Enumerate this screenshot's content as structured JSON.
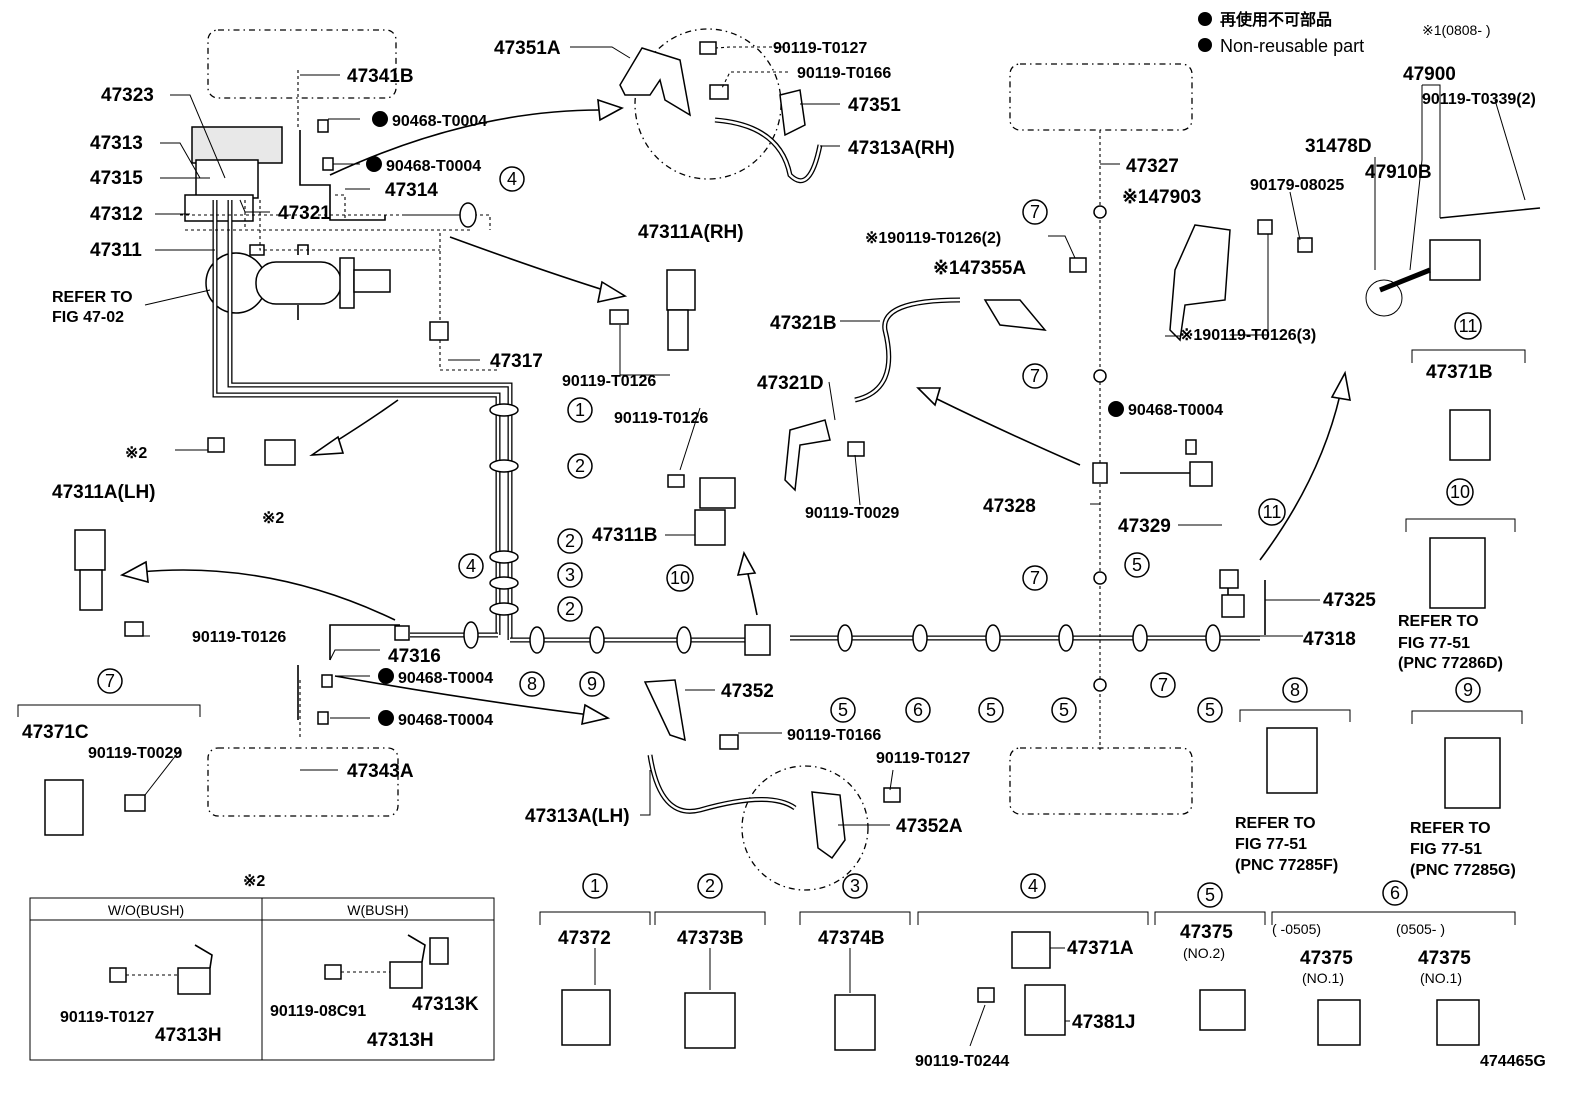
{
  "legend": {
    "jp": "再使用不可部品",
    "en": "Non-reusable part",
    "note": "※1(0808-    )"
  },
  "figure_id": "474465G",
  "labels": [
    {
      "id": "l1",
      "text": "47351A"
    },
    {
      "id": "l2",
      "text": "90119-T0127"
    },
    {
      "id": "l3",
      "text": "90119-T0166"
    },
    {
      "id": "l4",
      "text": "47351"
    },
    {
      "id": "l5",
      "text": "47313A(RH)"
    },
    {
      "id": "l6",
      "text": "47341B"
    },
    {
      "id": "l7",
      "text": "47323"
    },
    {
      "id": "l8",
      "text": "90468-T0004"
    },
    {
      "id": "l9",
      "text": "47313"
    },
    {
      "id": "l10",
      "text": "90468-T0004"
    },
    {
      "id": "l11",
      "text": "47315"
    },
    {
      "id": "l12",
      "text": "47314"
    },
    {
      "id": "l13",
      "text": "47312"
    },
    {
      "id": "l14",
      "text": "47321"
    },
    {
      "id": "l15",
      "text": "47311"
    },
    {
      "id": "l16",
      "text": "REFER TO"
    },
    {
      "id": "l17",
      "text": "FIG 47-02"
    },
    {
      "id": "l18",
      "text": "47311A(RH)"
    },
    {
      "id": "l19",
      "text": "90119-T0126"
    },
    {
      "id": "l20",
      "text": "47317"
    },
    {
      "id": "l21",
      "text": "※2"
    },
    {
      "id": "l22",
      "text": "※2"
    },
    {
      "id": "l23",
      "text": "47311A(LH)"
    },
    {
      "id": "l24",
      "text": "90119-T0126"
    },
    {
      "id": "l25",
      "text": "47316"
    },
    {
      "id": "l26",
      "text": "90468-T0004"
    },
    {
      "id": "l27",
      "text": "90468-T0004"
    },
    {
      "id": "l28",
      "text": "47343A"
    },
    {
      "id": "l29",
      "text": "47371C"
    },
    {
      "id": "l30",
      "text": "90119-T0029"
    },
    {
      "id": "l31",
      "text": "90119-T0126"
    },
    {
      "id": "l32",
      "text": "47311B"
    },
    {
      "id": "l33",
      "text": "47352"
    },
    {
      "id": "l34",
      "text": "90119-T0166"
    },
    {
      "id": "l35",
      "text": "90119-T0127"
    },
    {
      "id": "l36",
      "text": "47313A(LH)"
    },
    {
      "id": "l37",
      "text": "47352A"
    },
    {
      "id": "l38",
      "text": "47321B"
    },
    {
      "id": "l39",
      "text": "47321D"
    },
    {
      "id": "l40",
      "text": "90119-T0029"
    },
    {
      "id": "l41",
      "text": "47327"
    },
    {
      "id": "l42",
      "text": "※147903"
    },
    {
      "id": "l43",
      "text": "※190119-T0126(2)"
    },
    {
      "id": "l44",
      "text": "※147355A"
    },
    {
      "id": "l45",
      "text": "90468-T0004"
    },
    {
      "id": "l46",
      "text": "47328"
    },
    {
      "id": "l47",
      "text": "47329"
    },
    {
      "id": "l48",
      "text": "47325"
    },
    {
      "id": "l49",
      "text": "47318"
    },
    {
      "id": "l50",
      "text": "47900"
    },
    {
      "id": "l51",
      "text": "90119-T0339(2)"
    },
    {
      "id": "l52",
      "text": "31478D"
    },
    {
      "id": "l53",
      "text": "47910B"
    },
    {
      "id": "l54",
      "text": "90179-08025"
    },
    {
      "id": "l55",
      "text": "※190119-T0126(3)"
    },
    {
      "id": "l56",
      "text": "47371B"
    },
    {
      "id": "l57",
      "text": "REFER TO"
    },
    {
      "id": "l58",
      "text": "FIG 77-51"
    },
    {
      "id": "l59",
      "text": "(PNC 77286D)"
    },
    {
      "id": "l60",
      "text": "REFER TO"
    },
    {
      "id": "l61",
      "text": "FIG 77-51"
    },
    {
      "id": "l62",
      "text": "(PNC 77285F)"
    },
    {
      "id": "l63",
      "text": "REFER TO"
    },
    {
      "id": "l64",
      "text": "FIG 77-51"
    },
    {
      "id": "l65",
      "text": "(PNC 77285G)"
    },
    {
      "id": "l66",
      "text": "47372"
    },
    {
      "id": "l67",
      "text": "47373B"
    },
    {
      "id": "l68",
      "text": "47374B"
    },
    {
      "id": "l69",
      "text": "47371A"
    },
    {
      "id": "l70",
      "text": "47381J"
    },
    {
      "id": "l71",
      "text": "90119-T0244"
    },
    {
      "id": "l72",
      "text": "47375"
    },
    {
      "id": "l73",
      "text": "(NO.2)"
    },
    {
      "id": "l74",
      "text": "(    -0505)"
    },
    {
      "id": "l75",
      "text": "(0505-      )"
    },
    {
      "id": "l76",
      "text": "47375"
    },
    {
      "id": "l77",
      "text": "(NO.1)"
    },
    {
      "id": "l78",
      "text": "47375"
    },
    {
      "id": "l79",
      "text": "(NO.1)"
    }
  ],
  "inset": {
    "ref": "※2",
    "col_left": "W/O(BUSH)",
    "col_right": "W(BUSH)",
    "left_bolt": "90119-T0127",
    "left_part": "47313H",
    "right_bolt": "90119-08C91",
    "right_part": "47313H",
    "right_bush": "47313K"
  },
  "callouts": [
    "1",
    "2",
    "3",
    "4",
    "5",
    "6",
    "7",
    "8",
    "9",
    "10",
    "11"
  ]
}
